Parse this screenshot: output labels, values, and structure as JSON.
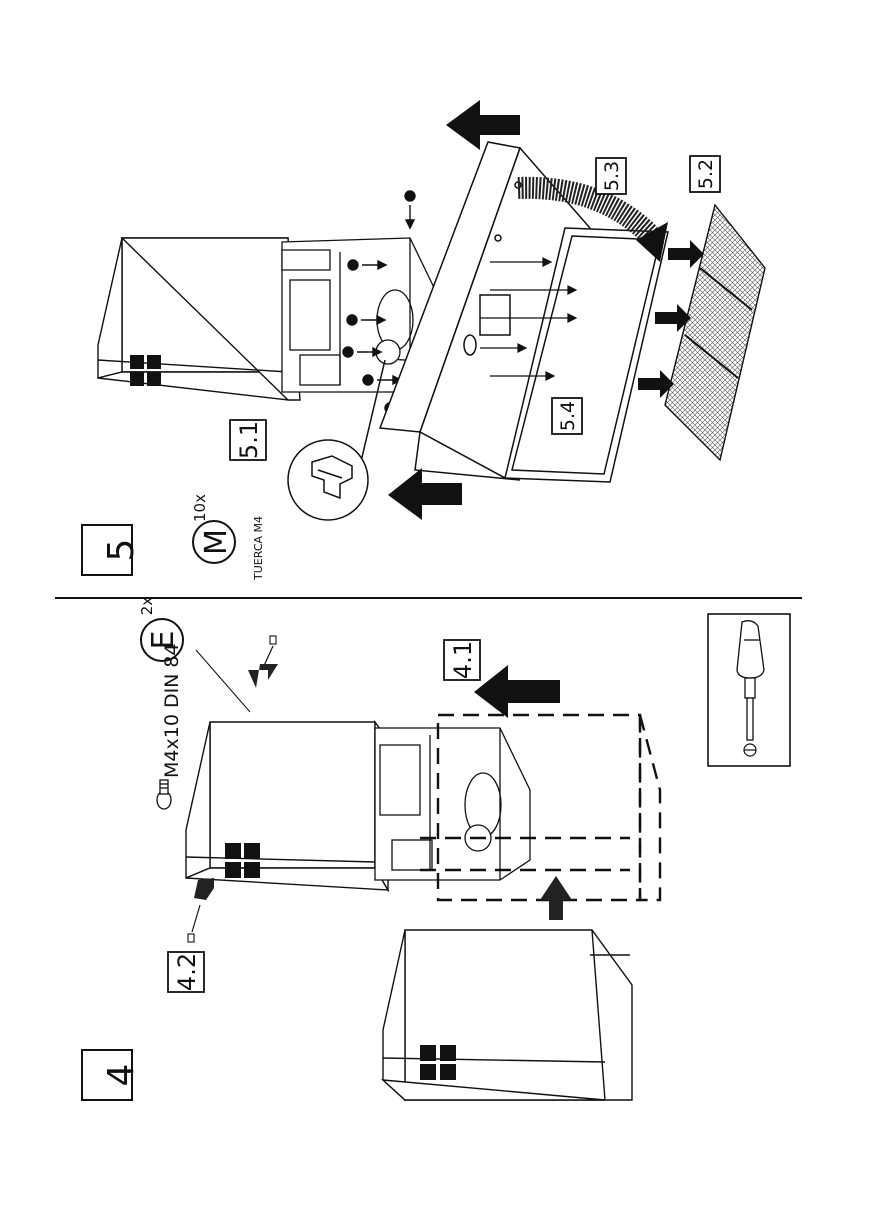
{
  "steps": {
    "step4": {
      "number": "4",
      "substeps": {
        "a": "4.1",
        "b": "4.2"
      },
      "screw": {
        "spec": "M4x10 DIN 84",
        "code": "E",
        "quantity": "2x"
      },
      "tool": {
        "name": "screwdriver",
        "tip": "flathead"
      }
    },
    "step5": {
      "number": "5",
      "substeps": {
        "a": "5.1",
        "b": "5.2",
        "c": "5.3",
        "d": "5.4"
      },
      "nut": {
        "code": "M",
        "quantity": "10x",
        "name": "TUERCA M4"
      }
    }
  }
}
